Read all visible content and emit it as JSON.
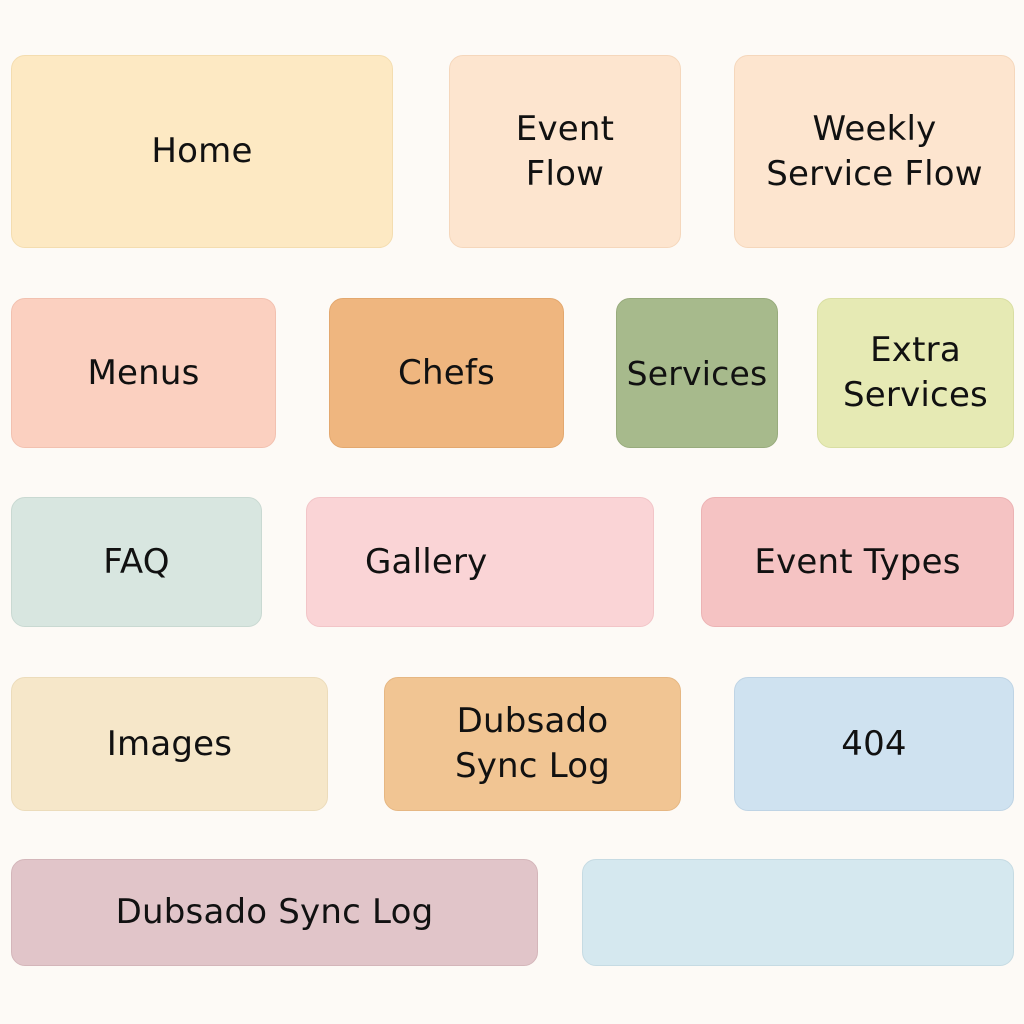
{
  "tiles": {
    "home": {
      "label": "Home",
      "color": "#fde9c3",
      "border": "#f4ddb0"
    },
    "event_flow": {
      "label": "Event\nFlow",
      "color": "#fde5cf",
      "border": "#f5d7bc"
    },
    "weekly_flow": {
      "label": "Weekly\nService Flow",
      "color": "#fde5cf",
      "border": "#f5d7bc"
    },
    "menus": {
      "label": "Menus",
      "color": "#fbd0c0",
      "border": "#f2c1b0"
    },
    "chefs": {
      "label": "Chefs",
      "color": "#efb67f",
      "border": "#e3a86f"
    },
    "services": {
      "label": "Services",
      "color": "#a7ba8c",
      "border": "#98ab7d"
    },
    "extra_services": {
      "label": "Extra\nServices",
      "color": "#e6eab4",
      "border": "#d9dea3"
    },
    "faq": {
      "label": "FAQ",
      "color": "#d8e6e0",
      "border": "#c9d9d2"
    },
    "gallery": {
      "label": "Gallery",
      "color": "#fad4d6",
      "border": "#f2c5c8"
    },
    "event_types": {
      "label": "Event Types",
      "color": "#f5c3c3",
      "border": "#ecb3b4"
    },
    "images": {
      "label": "Images",
      "color": "#f6e7c9",
      "border": "#ecdcbb"
    },
    "dubsado_log": {
      "label": "Dubsado\nSync Log",
      "color": "#f1c593",
      "border": "#e6b783"
    },
    "not_found": {
      "label": "404",
      "color": "#cfe2f0",
      "border": "#bfd4e5"
    },
    "dubsado_log_2": {
      "label": "Dubsado Sync Log",
      "color": "#e1c5c9",
      "border": "#d4b6ba"
    },
    "blank": {
      "label": "",
      "color": "#d5e8ef",
      "border": "#c6dbe3"
    }
  }
}
